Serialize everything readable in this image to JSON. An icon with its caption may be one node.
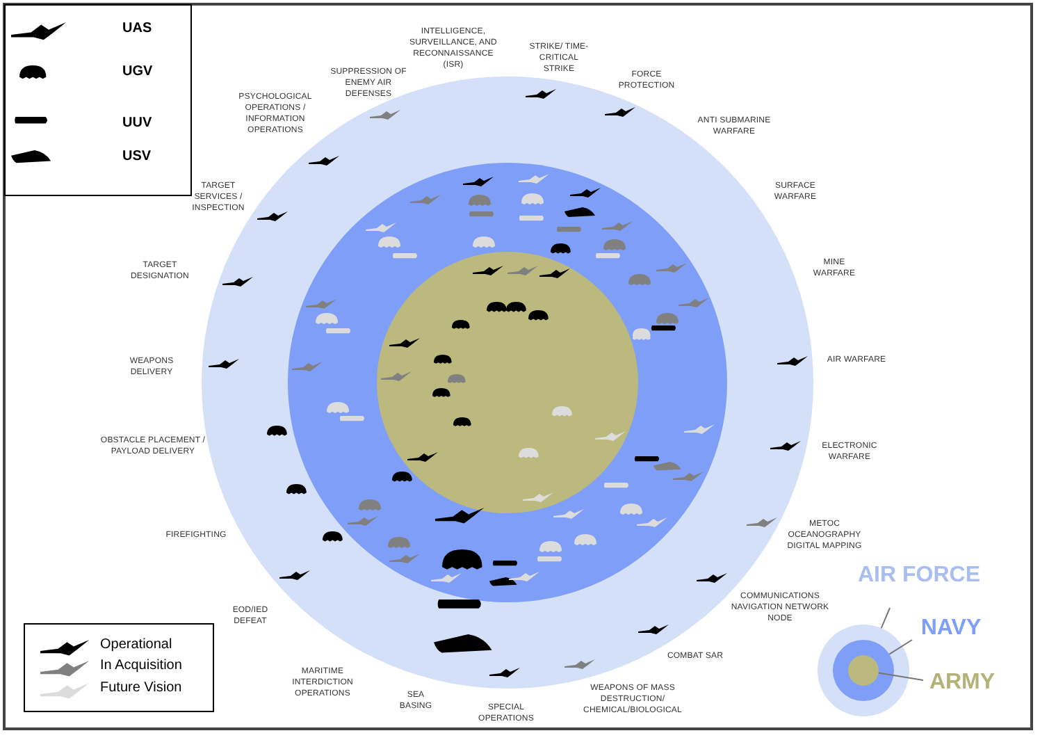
{
  "diagram": {
    "nodes": [
      {
        "text": [],
        "shape": "circle"
      },
      {
        "text": [],
        "shape": "circle",
        "in": 0
      },
      {
        "text": [],
        "shape": "circle",
        "in": 1
      },
      {
        "text": [
          "AIR FORCE"
        ]
      },
      {
        "text": [
          "NAVY"
        ]
      },
      {
        "text": [
          "ARMY"
        ]
      }
    ],
    "edges": [
      {
        "from": 3,
        "to": 0,
        "arrow": "none"
      },
      {
        "from": 4,
        "to": 1,
        "arrow": "none"
      },
      {
        "from": 5,
        "to": 2,
        "arrow": "none"
      }
    ],
    "labels": [
      "INTELLIGENCE, SURVEILLANCE, AND RECONNAISSANCE (ISR)",
      "STRIKE/ TIME-CRITICAL STRIKE",
      "FORCE PROTECTION",
      "ANTI SUBMARINE WARFARE",
      "SURFACE WARFARE",
      "MINE WARFARE",
      "AIR WARFARE",
      "ELECTRONIC WARFARE",
      "METOC OCEANOGRAPHY DIGITAL MAPPING",
      "COMMUNICATIONS NAVIGATION NETWORK NODE",
      "COMBAT SAR",
      "WEAPONS OF MASS DESTRUCTION/ CHEMICAL/BIOLOGICAL",
      "SPECIAL OPERATIONS",
      "SEA BASING",
      "MARITIME INTERDICTION OPERATIONS",
      "EOD/IED DEFEAT",
      "FIREFIGHTING",
      "OBSTACLE PLACEMENT / PAYLOAD DELIVERY",
      "WEAPONS DELIVERY",
      "TARGET DESIGNATION",
      "TARGET SERVICES / INSPECTION",
      "PSYCHOLOGICAL OPERATIONS / INFORMATION OPERATIONS",
      "SUPPRESSION OF ENEMY AIR DEFENSES"
    ],
    "legend": [
      {
        "text": "UAS"
      },
      {
        "text": "UGV"
      },
      {
        "text": "UUV"
      },
      {
        "text": "USV"
      },
      {
        "text": "Operational",
        "color": "#000000"
      },
      {
        "text": "In Acquisition",
        "color": "#808080"
      },
      {
        "text": "Future Vision",
        "color": "#dcdcdc"
      }
    ]
  }
}
